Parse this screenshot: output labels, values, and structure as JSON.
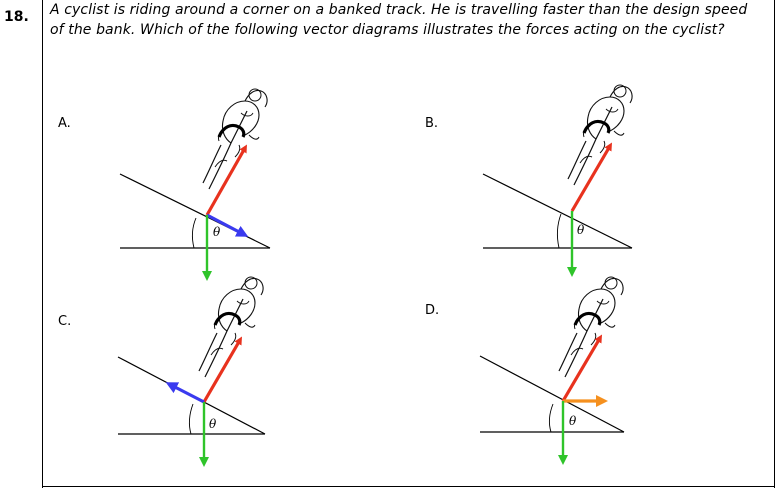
{
  "question": {
    "number": "18.",
    "line1": "A cyclist is riding around a corner on a banked track. He is travelling faster than the design speed",
    "line2": "of the bank. Which of the following vector diagrams illustrates the forces acting on the cyclist?"
  },
  "options": [
    {
      "label": "A.",
      "theta": "θ",
      "extra_force": "blue-down-slope"
    },
    {
      "label": "B.",
      "theta": "θ",
      "extra_force": "none"
    },
    {
      "label": "C.",
      "theta": "θ",
      "extra_force": "blue-up-slope"
    },
    {
      "label": "D.",
      "theta": "θ",
      "extra_force": "orange-horizontal"
    }
  ],
  "colors": {
    "normal_force": "#e8321e",
    "weight": "#2fc42a",
    "friction": "#3a3aef",
    "horizontal": "#f5901e",
    "line": "#000000"
  },
  "icons": [
    "cyclist-icon"
  ]
}
